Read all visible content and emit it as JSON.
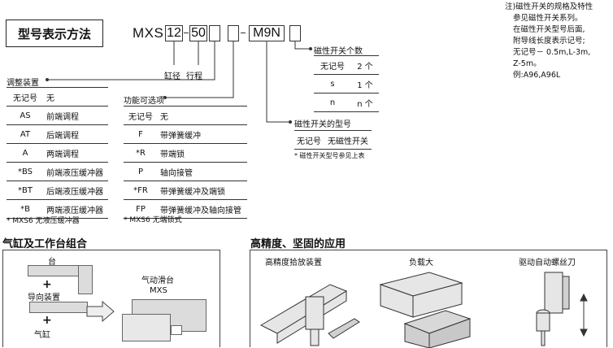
{
  "header": {
    "title": "型号表示方法",
    "model_prefix": "MXS",
    "model_bore": "12",
    "model_stroke": "50",
    "model_switch": "M9N",
    "label_bore": "缸径",
    "label_stroke": "行程"
  },
  "note_top": {
    "lines": [
      "注)磁性开关的规格及特性",
      "参见磁性开关系列。",
      "在磁性开关型号后面,",
      "附导线长度表示记号;",
      "无记号－ 0.5m,L-3m,",
      "Z-5m。",
      "例:A96,A96L"
    ]
  },
  "switch_count": {
    "title": "磁性开关个数",
    "rows": [
      [
        "无记号",
        "2 个"
      ],
      [
        "s",
        "1 个"
      ],
      [
        "n",
        "n 个"
      ]
    ]
  },
  "switch_type": {
    "title": "磁性开关的型号",
    "rows": [
      [
        "无记号",
        "无磁性开关"
      ]
    ],
    "note": "* 磁性开关型号参见上表"
  },
  "adjust": {
    "title": "调整装置",
    "rows": [
      [
        "无记号",
        "无"
      ],
      [
        "AS",
        "前端调程"
      ],
      [
        "AT",
        "后端调程"
      ],
      [
        "A",
        "两端调程"
      ],
      [
        "*BS",
        "前端液压缓冲器"
      ],
      [
        "*BT",
        "后端液压缓冲器"
      ],
      [
        "*B",
        "两端液压缓冲器"
      ]
    ],
    "note": "* MXS6 无液压缓冲器"
  },
  "function": {
    "title": "功能可选项",
    "rows": [
      [
        "无记号",
        "无"
      ],
      [
        "F",
        "带弹簧缓冲"
      ],
      [
        "*R",
        "带端锁"
      ],
      [
        "P",
        "轴向接管"
      ],
      [
        "*FR",
        "带弹簧缓冲及端锁"
      ],
      [
        "FP",
        "带弹簧缓冲及轴向接管"
      ]
    ],
    "note": "* MXS6 无端锁式"
  },
  "bottom_left": {
    "title": "气缸及工作台组合",
    "item_table": "台",
    "item_guide": "导向装置",
    "item_cylinder": "气缸",
    "plus": "+",
    "result_title": "气动滑台",
    "result_model": "MXS"
  },
  "bottom_right": {
    "title": "高精度、坚固的应用",
    "captions": [
      "高精度拾放装置",
      "负载大",
      "驱动自动螺丝刀"
    ]
  }
}
